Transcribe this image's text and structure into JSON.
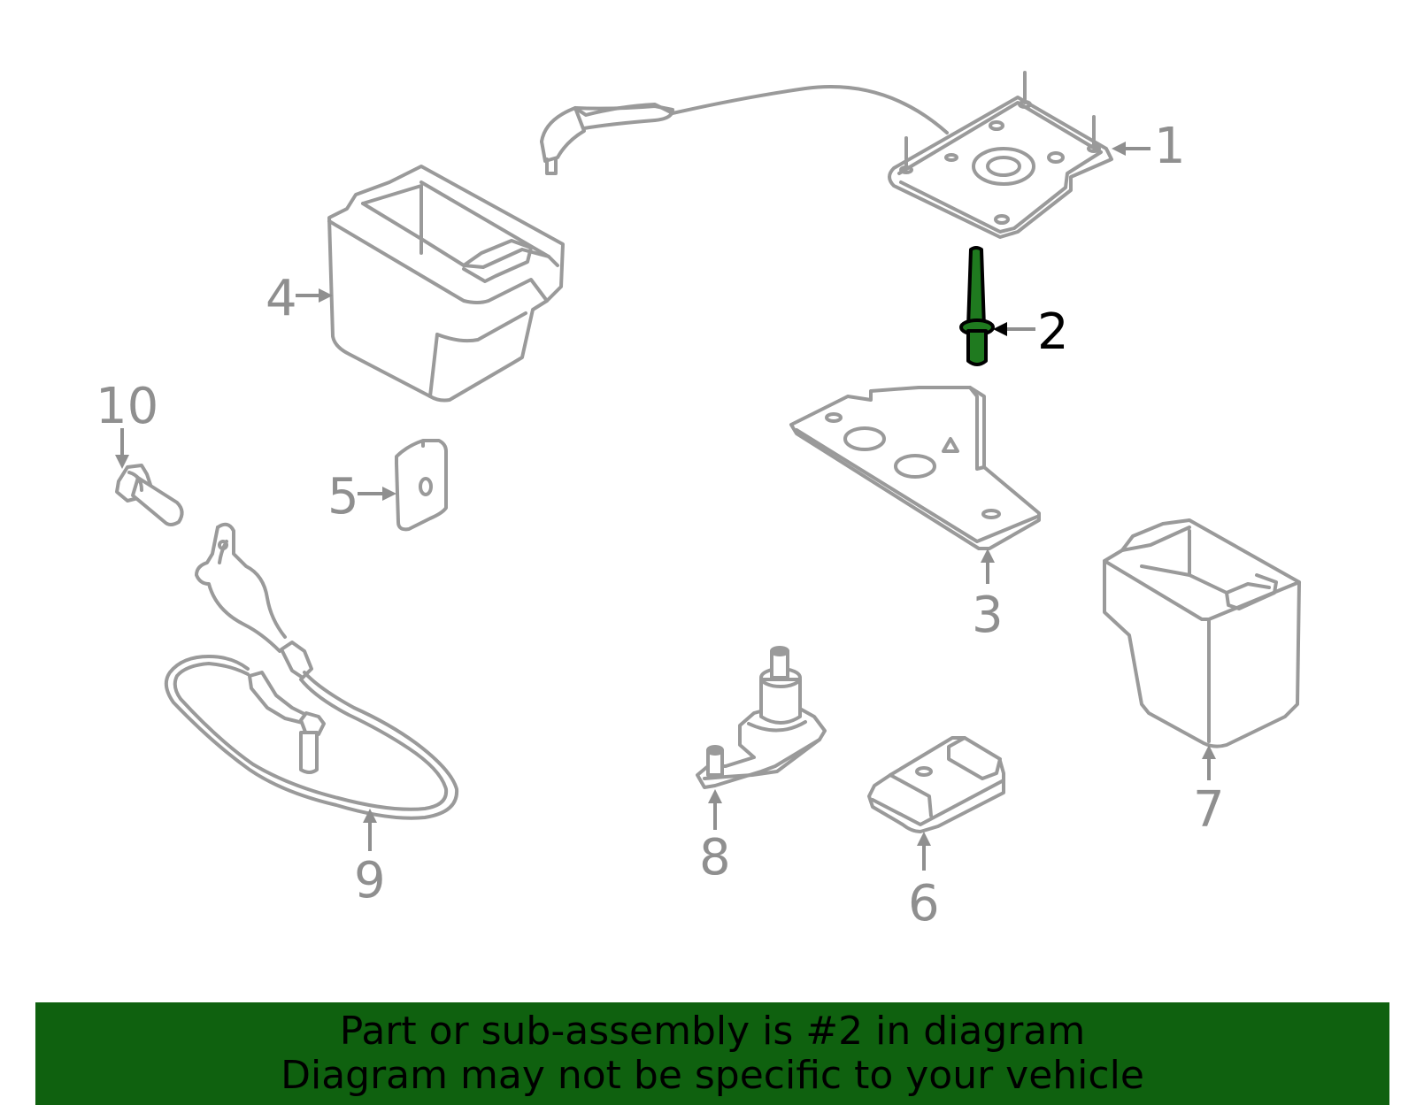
{
  "diagram": {
    "highlighted_part": "2",
    "highlight_color": "#1f7a1f",
    "line_color": "#9a9a9a",
    "callouts": {
      "c1": "1",
      "c2": "2",
      "c3": "3",
      "c4": "4",
      "c5": "5",
      "c6": "6",
      "c7": "7",
      "c8": "8",
      "c9": "9",
      "c10": "10"
    }
  },
  "banner": {
    "background_color": "#0f610f",
    "line1": "Part or sub-assembly is #2 in diagram",
    "line2": "Diagram may not be specific to your vehicle"
  }
}
